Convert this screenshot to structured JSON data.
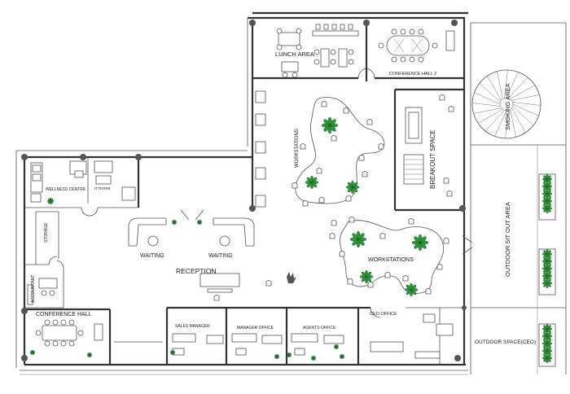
{
  "labels": {
    "lunch_area": "LUNCH AREA",
    "conference_hall_2": "CONFERENCE HALL 2",
    "smoking_area": "SMOKING AREA",
    "workstations_upper": "WORKSTATIONS",
    "breakout_space": "BREAKOUT SPACE",
    "wellness_centre": "WELLNESS CENTRE",
    "it_room": "IT ROOM",
    "storage": "STORAGE",
    "waiting_left": "WAITING",
    "waiting_right": "WAITING",
    "workstations_lower": "WORKSTATIONS",
    "outdoor_sit_out_area": "OUTDOOR SIT OUT AREA",
    "reception": "RECEPTION",
    "accountant": "ACCOUNTANT",
    "conference_hall": "CONFERENCE HALL",
    "sales_manager": "SALES MANAGER",
    "manager_office": "MANAGER OFFICE",
    "agents_office": "AGENTS OFFICE",
    "ceo_office": "CEO OFFICE",
    "outdoor_space_ceo": "OUTDOOR SPACE(CEO)"
  },
  "colors": {
    "walls": "#333333",
    "columns": "#555555",
    "plants": "#2e9a3a",
    "background": "#ffffff"
  }
}
